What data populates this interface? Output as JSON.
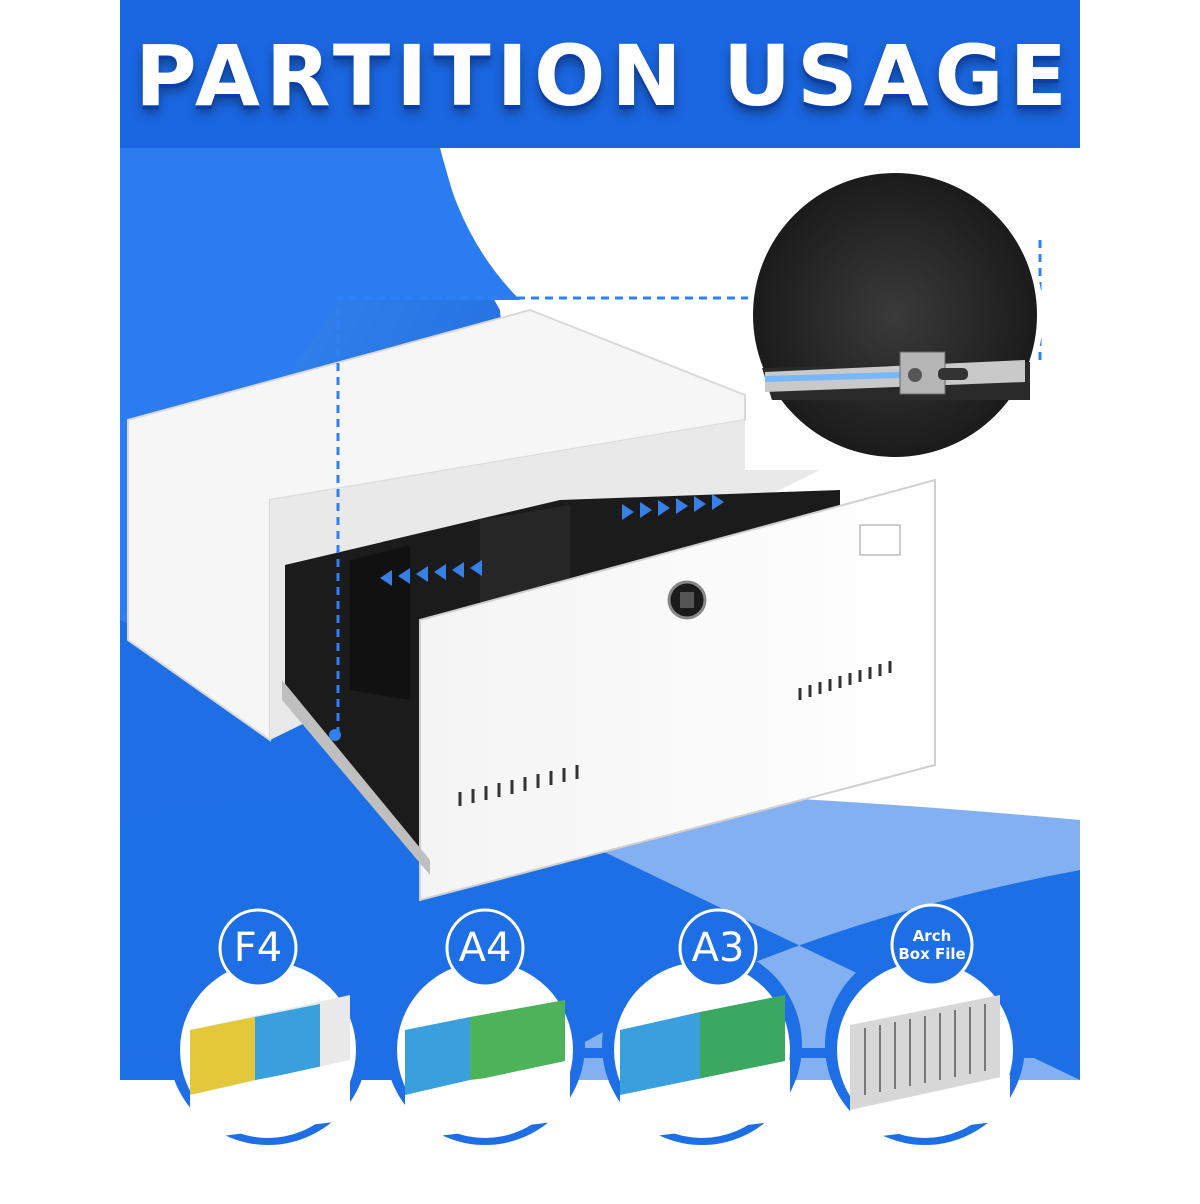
{
  "header": {
    "title": "PARTITION USAGE"
  },
  "colors": {
    "brand_blue": "#1e6fe6",
    "dark_blue": "#0f4fc9",
    "light_blue": "#5aa0f0",
    "white": "#ffffff"
  },
  "options": [
    {
      "label": "F4"
    },
    {
      "label": "A4"
    },
    {
      "label": "A3"
    },
    {
      "label_line1": "Arch",
      "label_line2": "Box File"
    }
  ],
  "callouts": {
    "slide_detail": "drawer-slide-rail",
    "lock": "keypad-lock-icon"
  }
}
